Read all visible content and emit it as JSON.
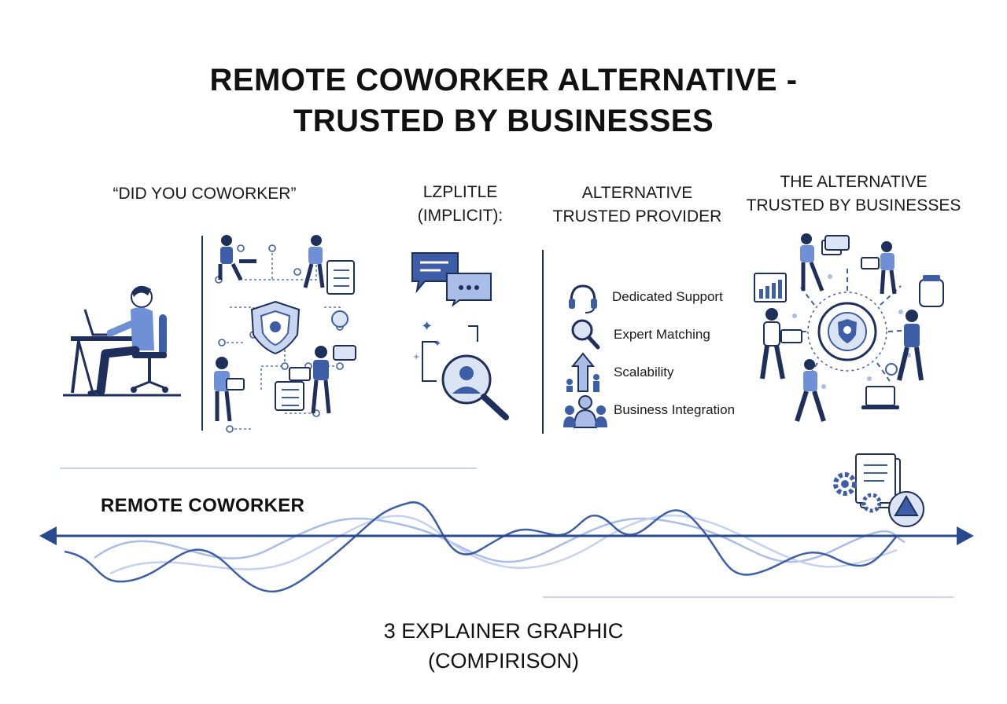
{
  "title": {
    "line1": "REMOTE COWORKER ALTERNATIVE -",
    "line2": "TRUSTED BY BUSINESSES"
  },
  "panels": {
    "col1": {
      "heading": "“DID YOU COWORKER”"
    },
    "col2": {
      "heading_line1": "LZPLITLE",
      "heading_line2": "(IMPLICIT):"
    },
    "col3": {
      "heading_line1": "ALTERNATIVE",
      "heading_line2": "TRUSTED PROVIDER",
      "features": [
        {
          "label": "Dedicated Support",
          "icon": "headset-icon"
        },
        {
          "label": "Expert Matching",
          "icon": "magnifier-icon"
        },
        {
          "label": "Scalability",
          "icon": "growth-arrow-icon"
        },
        {
          "label": "Business Integration",
          "icon": "people-group-icon"
        }
      ]
    },
    "col4": {
      "heading_line1": "THE ALTERNATIVE",
      "heading_line2": "TRUSTED BY BUSINESSES"
    }
  },
  "wave": {
    "label": "REMOTE COWORKER"
  },
  "footer": {
    "line1": "3 EXPLAINER GRAPHIC",
    "line2": "(COMPIRISON)"
  },
  "colors": {
    "navy": "#1f2f5c",
    "blue": "#3d5ea6",
    "light_blue": "#a9bde6",
    "pale_blue": "#dbe4f5",
    "line_gray": "#b9c7e0"
  }
}
